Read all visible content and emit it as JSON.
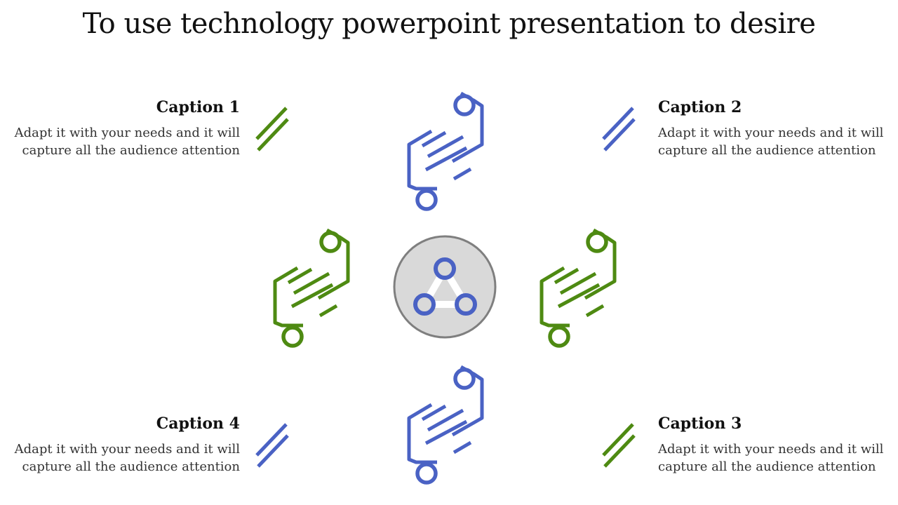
{
  "slide": {
    "title": "To use technology powerpoint presentation to desire"
  },
  "colors": {
    "blue": "#4A62C4",
    "green": "#4E8A12",
    "center_fill": "#D9D9D9",
    "center_stroke": "#7F7F7F"
  },
  "captions": [
    {
      "heading": "Caption 1",
      "text_line1": "Adapt it with your needs and it will",
      "text_line2": "capture all the audience attention",
      "slash_color": "green"
    },
    {
      "heading": "Caption 2",
      "text_line1": "Adapt it with your needs and it will",
      "text_line2": "capture all the audience attention",
      "slash_color": "blue"
    },
    {
      "heading": "Caption 3",
      "text_line1": "Adapt it with your needs and it will",
      "text_line2": "capture all the audience attention",
      "slash_color": "green"
    },
    {
      "heading": "Caption 4",
      "text_line1": "Adapt it with your needs and it will",
      "text_line2": "capture all the audience attention",
      "slash_color": "blue"
    }
  ],
  "icons": {
    "documents": [
      "blue",
      "green",
      "green",
      "blue"
    ],
    "center": "network-share-icon"
  }
}
